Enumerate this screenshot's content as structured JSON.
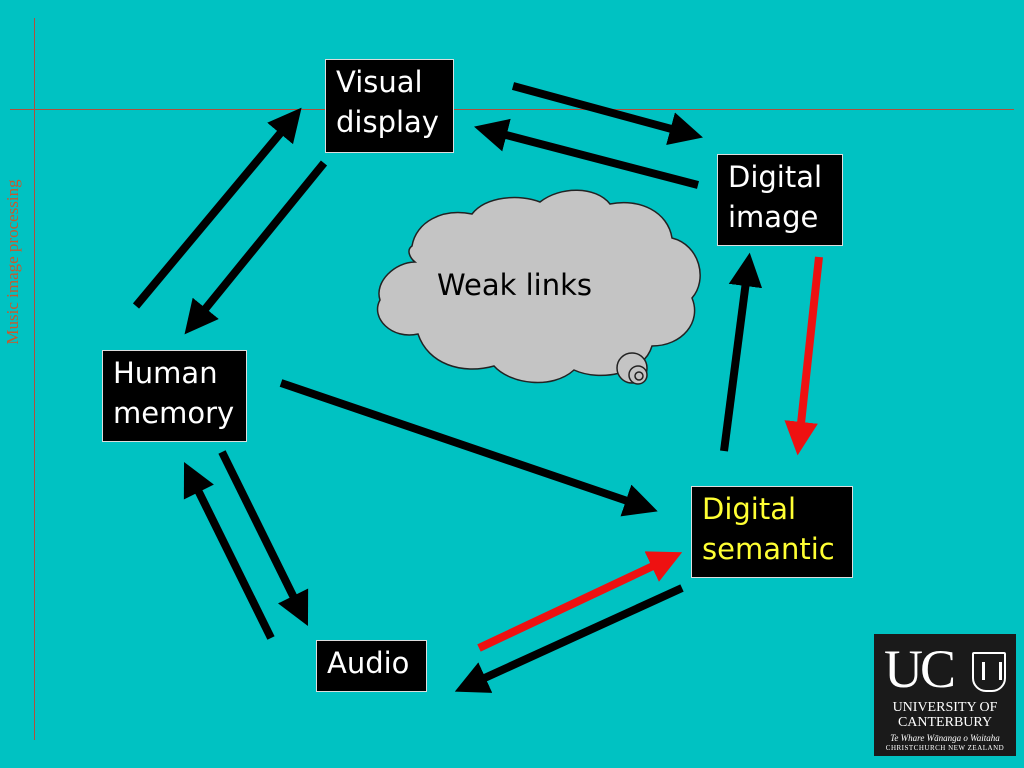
{
  "side_title": "Music image processing",
  "nodes": {
    "visual_display": [
      "Visual",
      "display"
    ],
    "digital_image": [
      "Digital",
      "image"
    ],
    "human_memory": [
      "Human",
      "memory"
    ],
    "digital_semantic": [
      "Digital",
      "semantic"
    ],
    "audio": [
      "Audio"
    ]
  },
  "cloud_label": "Weak links",
  "logo": {
    "mark": "UC",
    "line1": "UNIVERSITY OF",
    "line2": "CANTERBURY",
    "line3": "Te Whare Wānanga o Waitaha",
    "line4": "CHRISTCHURCH NEW ZEALAND"
  },
  "colors": {
    "background": "#00C2C2",
    "box": "#000000",
    "arrow": "#000000",
    "arrow_highlight": "#EE1111",
    "accent_text": "#FFFF33",
    "cloud": "#C4C4C4",
    "rule_lines": "#B0503C"
  },
  "edges": [
    {
      "from": "visual_display",
      "to": "digital_image",
      "color": "black"
    },
    {
      "from": "digital_image",
      "to": "visual_display",
      "color": "black"
    },
    {
      "from": "digital_image",
      "to": "digital_semantic",
      "color": "red"
    },
    {
      "from": "digital_semantic",
      "to": "digital_image",
      "color": "black"
    },
    {
      "from": "human_memory",
      "to": "visual_display",
      "color": "black"
    },
    {
      "from": "visual_display",
      "to": "human_memory",
      "color": "black"
    },
    {
      "from": "human_memory",
      "to": "digital_semantic",
      "color": "black"
    },
    {
      "from": "human_memory",
      "to": "audio",
      "color": "black"
    },
    {
      "from": "audio",
      "to": "human_memory",
      "color": "black"
    },
    {
      "from": "audio",
      "to": "digital_semantic",
      "color": "red"
    },
    {
      "from": "digital_semantic",
      "to": "audio",
      "color": "black"
    }
  ]
}
